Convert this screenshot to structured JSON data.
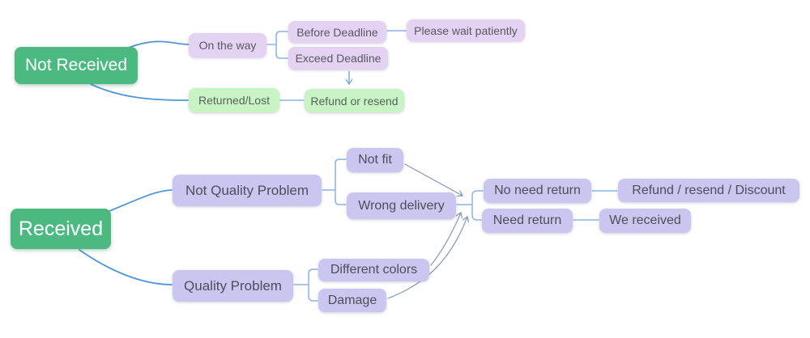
{
  "diagram": {
    "type": "mindmap-flowchart",
    "background": "#ffffff",
    "palette": {
      "root_green": "#4CB981",
      "light_purple": "#E4D2F2",
      "light_green": "#C8F4C5",
      "periwinkle": "#CAC6EF",
      "tree_line_blue": "#4E96DB",
      "branch_line_blue": "#8AB4E2",
      "arrow_slate": "#8399BA",
      "root_text": "#ffffff",
      "node_text": "#55535c"
    },
    "nodes": {
      "not_received": {
        "label": "Not Received",
        "color": "#4CB981"
      },
      "on_the_way": {
        "label": "On the way",
        "color": "#E4D2F2"
      },
      "before_deadline": {
        "label": "Before Deadline",
        "color": "#E4D2F2"
      },
      "exceed_deadline": {
        "label": "Exceed Deadline",
        "color": "#E4D2F2"
      },
      "please_wait": {
        "label": "Please wait patiently",
        "color": "#E4D2F2"
      },
      "returned_lost": {
        "label": "Returned/Lost",
        "color": "#C8F4C5"
      },
      "refund_or_resend": {
        "label": "Refund or resend",
        "color": "#C8F4C5"
      },
      "received": {
        "label": "Received",
        "color": "#4CB981"
      },
      "not_quality_problem": {
        "label": "Not Quality Problem",
        "color": "#CAC6EF"
      },
      "not_fit": {
        "label": "Not fit",
        "color": "#CAC6EF"
      },
      "wrong_delivery": {
        "label": "Wrong delivery",
        "color": "#CAC6EF"
      },
      "quality_problem": {
        "label": "Quality Problem",
        "color": "#CAC6EF"
      },
      "different_colors": {
        "label": "Different colors",
        "color": "#CAC6EF"
      },
      "damage": {
        "label": "Damage",
        "color": "#CAC6EF"
      },
      "no_need_return": {
        "label": "No need return",
        "color": "#CAC6EF"
      },
      "refund_resend_discount": {
        "label": "Refund / resend / Discount",
        "color": "#CAC6EF"
      },
      "need_return": {
        "label": "Need return",
        "color": "#CAC6EF"
      },
      "we_received": {
        "label": "We received",
        "color": "#CAC6EF"
      }
    },
    "edges": [
      {
        "from": "not_received",
        "to": "on_the_way",
        "style": "curve"
      },
      {
        "from": "not_received",
        "to": "returned_lost",
        "style": "curve"
      },
      {
        "from": "on_the_way",
        "to": "before_deadline",
        "style": "bracket"
      },
      {
        "from": "on_the_way",
        "to": "exceed_deadline",
        "style": "bracket"
      },
      {
        "from": "before_deadline",
        "to": "please_wait",
        "style": "line"
      },
      {
        "from": "exceed_deadline",
        "to": "refund_or_resend",
        "style": "arrow-down"
      },
      {
        "from": "returned_lost",
        "to": "refund_or_resend",
        "style": "line"
      },
      {
        "from": "received",
        "to": "not_quality_problem",
        "style": "curve"
      },
      {
        "from": "received",
        "to": "quality_problem",
        "style": "curve"
      },
      {
        "from": "not_quality_problem",
        "to": "not_fit",
        "style": "bracket"
      },
      {
        "from": "not_quality_problem",
        "to": "wrong_delivery",
        "style": "bracket"
      },
      {
        "from": "quality_problem",
        "to": "different_colors",
        "style": "bracket"
      },
      {
        "from": "quality_problem",
        "to": "damage",
        "style": "bracket"
      },
      {
        "from": "not_fit",
        "to": "return_junction",
        "style": "arrow"
      },
      {
        "from": "wrong_delivery",
        "to": "return_junction",
        "style": "line"
      },
      {
        "from": "different_colors",
        "to": "return_junction",
        "style": "arrow"
      },
      {
        "from": "damage",
        "to": "return_junction",
        "style": "arrow-curve"
      },
      {
        "from": "return_junction",
        "to": "no_need_return",
        "style": "bracket"
      },
      {
        "from": "return_junction",
        "to": "need_return",
        "style": "bracket"
      },
      {
        "from": "no_need_return",
        "to": "refund_resend_discount",
        "style": "line"
      },
      {
        "from": "need_return",
        "to": "we_received",
        "style": "line"
      }
    ]
  }
}
